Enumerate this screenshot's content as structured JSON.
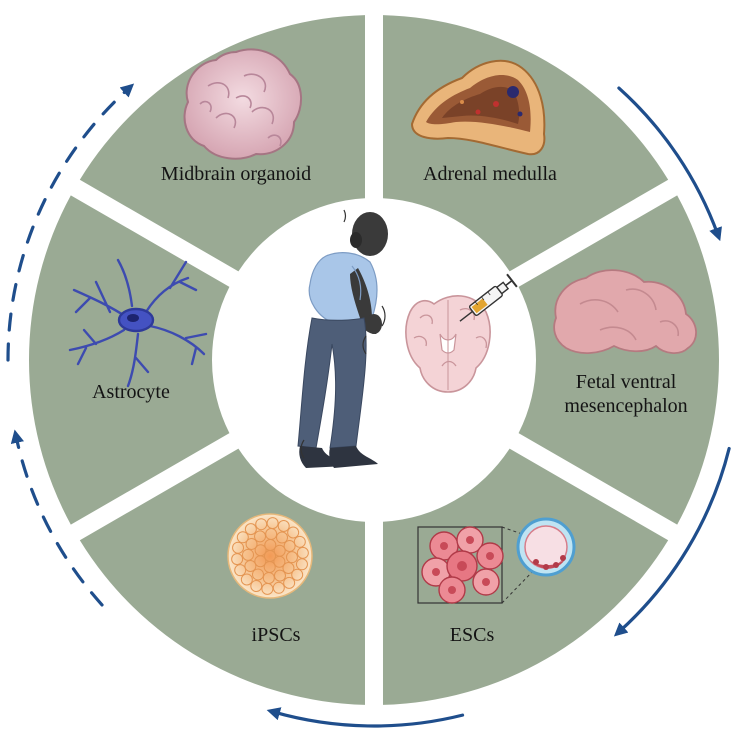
{
  "colors": {
    "segment": "#9aaa94",
    "center": "#ffffff",
    "arrow": "#1f4e8c",
    "background": "#ffffff"
  },
  "segments": [
    {
      "id": "midbrain",
      "label": "Midbrain organoid",
      "icon": "midbrain-organoid-icon"
    },
    {
      "id": "adrenal",
      "label": "Adrenal medulla",
      "icon": "adrenal-medulla-icon"
    },
    {
      "id": "fetal",
      "label_line1": "Fetal ventral",
      "label_line2": "mesencephalon",
      "icon": "fetal-brain-icon"
    },
    {
      "id": "escs",
      "label": "ESCs",
      "icon": "embryonic-stem-cells-icon"
    },
    {
      "id": "ipscs",
      "label": "iPSCs",
      "icon": "induced-pluripotent-stem-cells-icon"
    },
    {
      "id": "astrocyte",
      "label": "Astrocyte",
      "icon": "astrocyte-icon"
    }
  ],
  "center": {
    "figure_icon": "parkinson-patient-icon",
    "brain_icon": "brain-coronal-section-icon",
    "injection_icon": "syringe-icon"
  },
  "arrows": [
    {
      "id": "right-upper",
      "style": "solid"
    },
    {
      "id": "right-lower",
      "style": "solid"
    },
    {
      "id": "bottom",
      "style": "solid"
    },
    {
      "id": "left-lower",
      "style": "dashed"
    },
    {
      "id": "left-upper",
      "style": "dashed"
    }
  ]
}
